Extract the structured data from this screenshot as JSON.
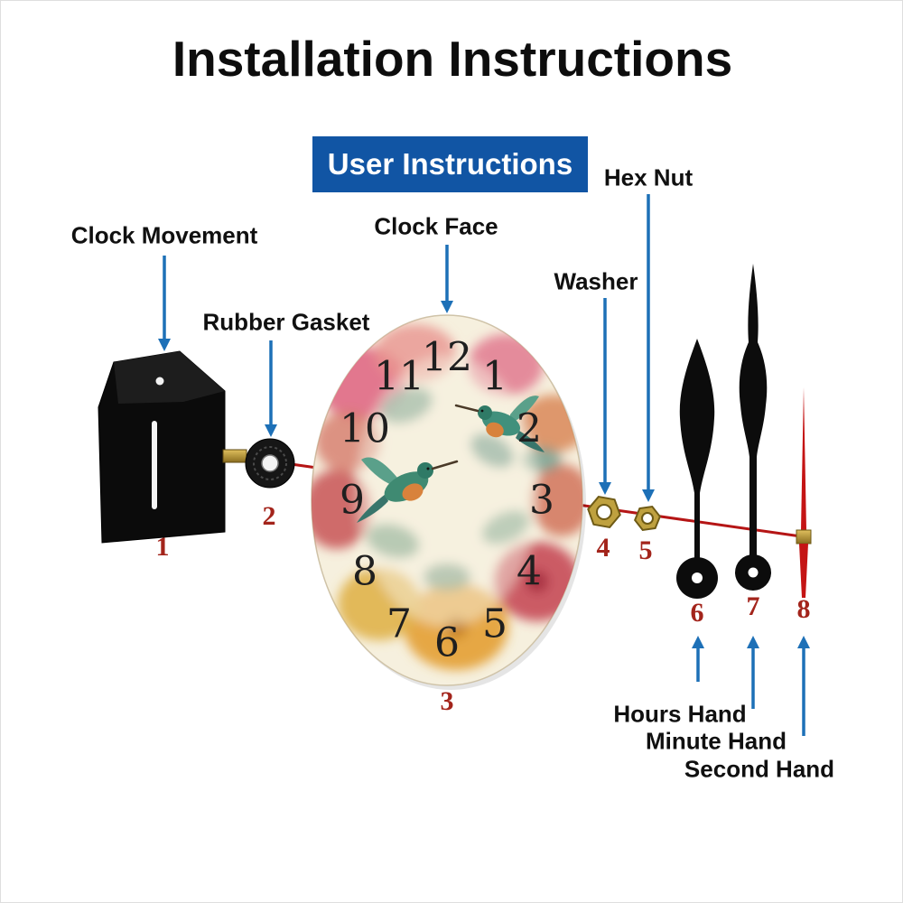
{
  "title": "Installation Instructions",
  "banner": {
    "label": "User Instructions"
  },
  "parts": {
    "clock_movement": {
      "label": "Clock Movement",
      "number": "1"
    },
    "rubber_gasket": {
      "label": "Rubber Gasket",
      "number": "2"
    },
    "clock_face": {
      "label": "Clock Face",
      "number": "3"
    },
    "washer": {
      "label": "Washer",
      "number": "4"
    },
    "hex_nut": {
      "label": "Hex Nut",
      "number": "5"
    },
    "hours_hand": {
      "label": "Hours Hand",
      "number": "6"
    },
    "minute_hand": {
      "label": "Minute Hand",
      "number": "7"
    },
    "second_hand": {
      "label": "Second Hand",
      "number": "8"
    }
  },
  "clock_numerals": [
    "12",
    "1",
    "2",
    "3",
    "4",
    "5",
    "6",
    "7",
    "8",
    "9",
    "10",
    "11"
  ],
  "colors": {
    "banner_bg": "#1155a4",
    "banner_text": "#ffffff",
    "arrow_blue": "#1d70b7",
    "shaft_red": "#b51515",
    "part_number_red": "#a3241b",
    "brass": "#c09a3a",
    "part_black": "#0b0b0b"
  }
}
